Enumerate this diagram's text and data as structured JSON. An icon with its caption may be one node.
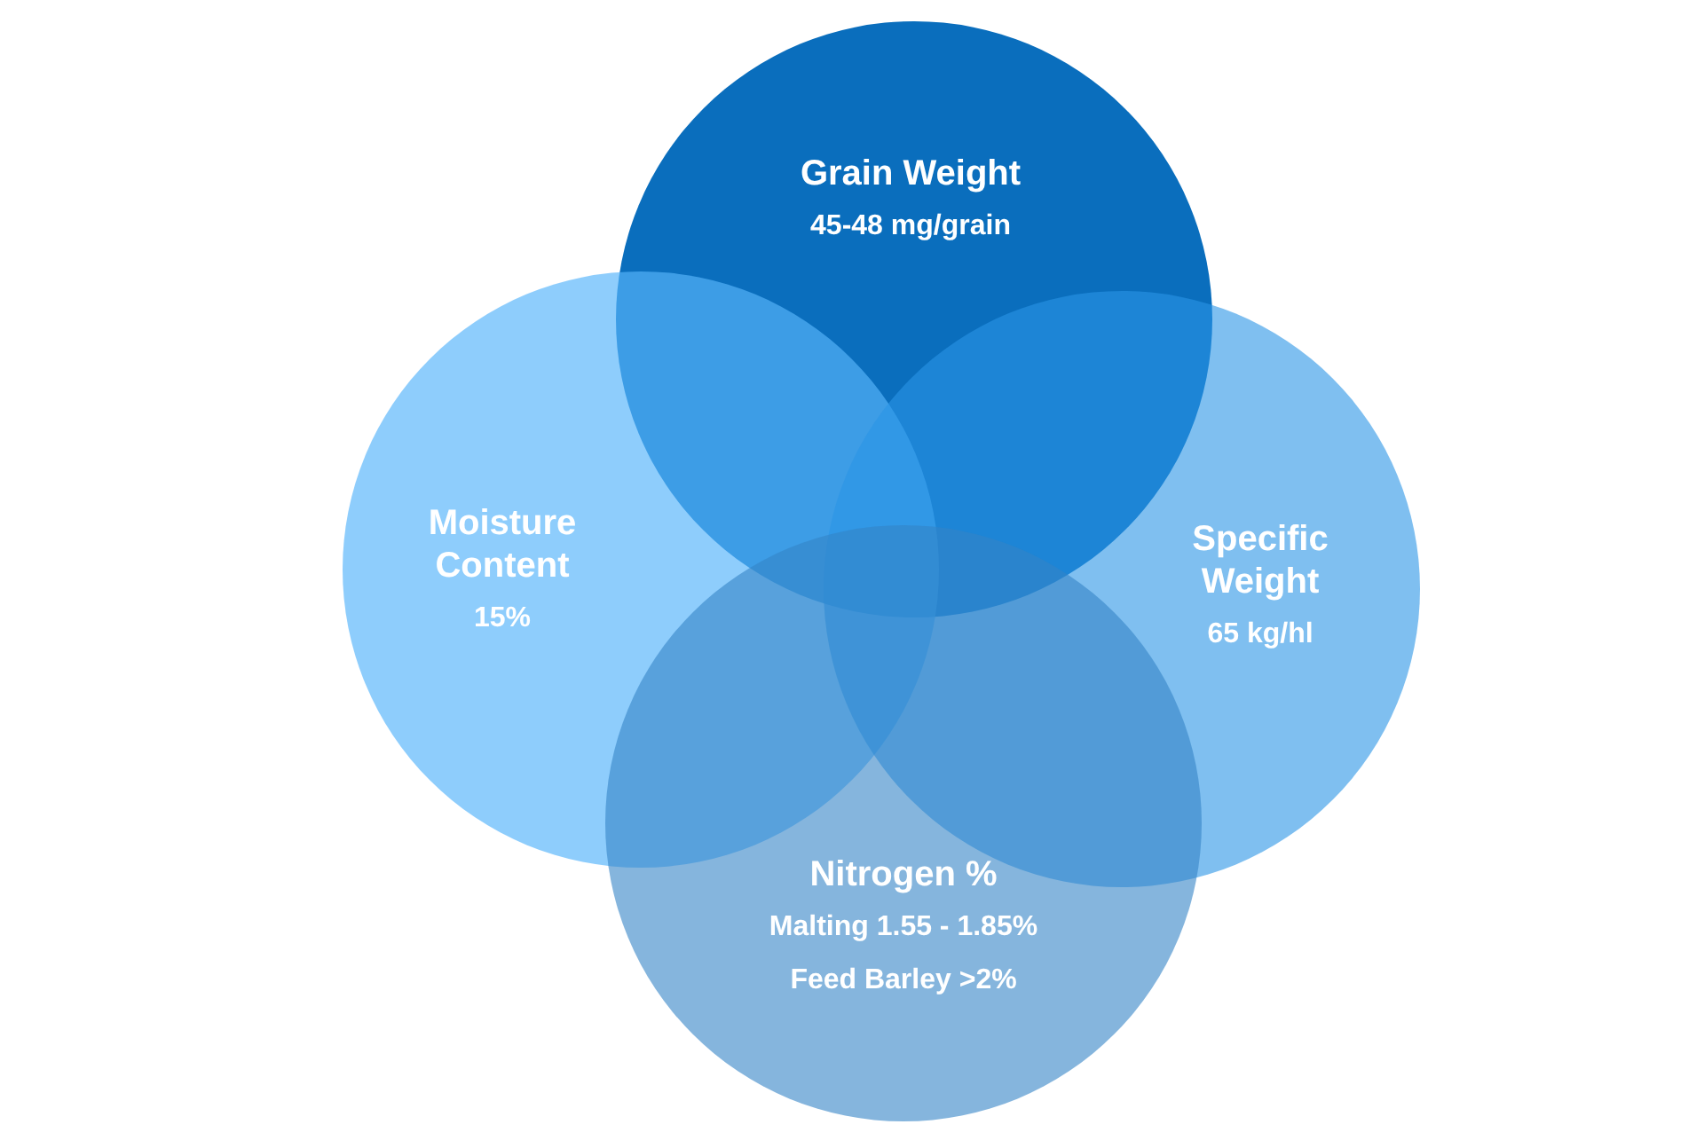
{
  "diagram": {
    "nodes": [
      {
        "text": [
          "Grain Weight",
          "45-48 mg/grain"
        ]
      },
      {
        "text": [
          "Moisture Content",
          "15%"
        ]
      },
      {
        "text": [
          "Specific Weight",
          "65 kg/hl"
        ]
      },
      {
        "text": [
          "Nitrogen %",
          "Malting 1.55 - 1.85%",
          "Feed Barley >2%"
        ]
      }
    ]
  }
}
